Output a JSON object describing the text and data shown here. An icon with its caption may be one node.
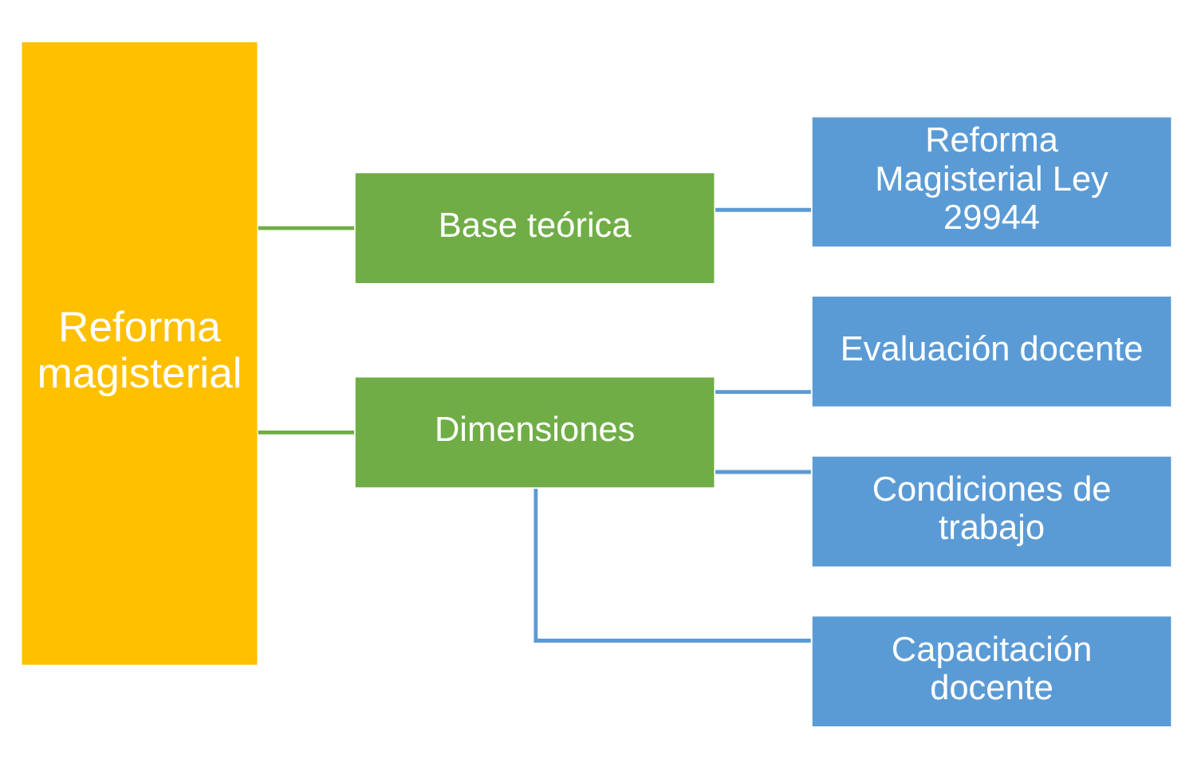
{
  "diagram": {
    "nodes": [
      {
        "text": [
          "Reforma magisterial"
        ]
      },
      {
        "text": [
          "Base teórica"
        ]
      },
      {
        "text": [
          "Dimensiones"
        ]
      },
      {
        "text": [
          "Reforma Magisterial Ley 29944"
        ]
      },
      {
        "text": [
          "Evaluación docente"
        ]
      },
      {
        "text": [
          "Condiciones de trabajo"
        ]
      },
      {
        "text": [
          "Capacitación docente"
        ]
      }
    ],
    "edges": [
      {
        "from": 0,
        "to": 1,
        "arrow": "none",
        "color": "#70ad47"
      },
      {
        "from": 0,
        "to": 2,
        "arrow": "none",
        "color": "#70ad47"
      },
      {
        "from": 1,
        "to": 3,
        "arrow": "none"
      },
      {
        "from": 2,
        "to": 4,
        "arrow": "none"
      },
      {
        "from": 2,
        "to": 5,
        "arrow": "none"
      },
      {
        "from": 2,
        "to": 6,
        "arrow": "none"
      }
    ]
  }
}
